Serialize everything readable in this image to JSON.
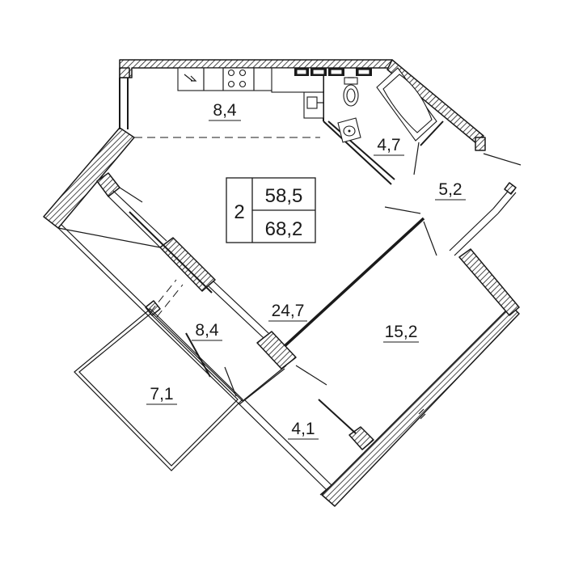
{
  "plan": {
    "summary": {
      "rooms_count": "2",
      "living_area": "58,5",
      "total_area": "68,2"
    },
    "rooms": [
      {
        "id": "kitchen",
        "area": "8,4"
      },
      {
        "id": "bathroom",
        "area": "4,7"
      },
      {
        "id": "hallway",
        "area": "5,2"
      },
      {
        "id": "living-room",
        "area": "24,7"
      },
      {
        "id": "bedroom",
        "area": "15,2"
      },
      {
        "id": "loggia-large",
        "area": "8,4"
      },
      {
        "id": "balcony",
        "area": "7,1"
      },
      {
        "id": "loggia-small",
        "area": "4,1"
      }
    ]
  }
}
